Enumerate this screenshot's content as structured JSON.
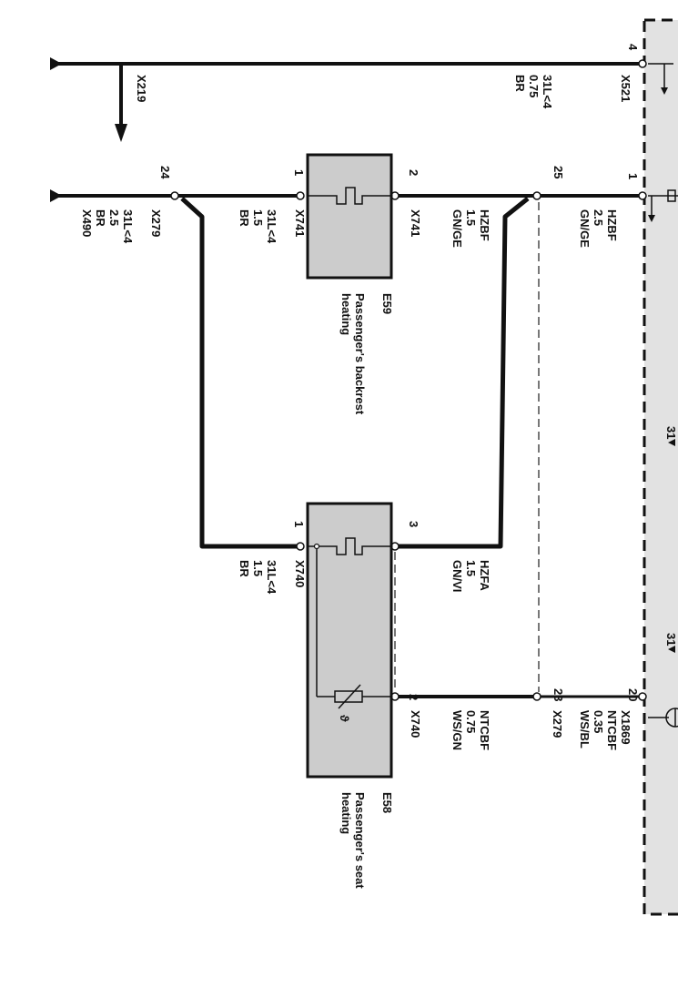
{
  "colors": {
    "wire": "#111111",
    "component_fill": "#cccccc",
    "module_fill": "#e2e2e2",
    "dashed": "#777777"
  },
  "connectors": {
    "top_left": {
      "name": "X219"
    },
    "ground_left": {
      "name": "X279",
      "pin": "24",
      "circuit": "31L<4",
      "size": "2.5",
      "color": "BR",
      "connector": "X490"
    },
    "module_top": {
      "pin": "4",
      "circuit": "31L<4",
      "size": "0.75",
      "color": "BR",
      "connector": "X521"
    },
    "module_hzbf": {
      "pin": "1",
      "circuit": "HZBF",
      "size": "2.5",
      "color": "GN/GE"
    },
    "module_ntc": {
      "pin": "20",
      "circuit": "NTCBF",
      "size": "0.35",
      "color": "WS/BL",
      "connector": "X1869"
    },
    "splice_upper": {
      "pin": "25"
    },
    "splice_lower": {
      "pin": "23",
      "connector": "X279"
    },
    "module_mid_a": {
      "text": "31"
    },
    "module_mid_b": {
      "text": "31"
    }
  },
  "components": {
    "e59": {
      "id": "E59",
      "name_line1": "Passenger's backrest",
      "name_line2": "heating",
      "pin_left": "1",
      "pin_right": "2",
      "left_wire": {
        "connector": "X741",
        "circuit": "31L<4",
        "size": "1.5",
        "color": "BR"
      },
      "right_wire": {
        "circuit": "HZBF",
        "size": "1.5",
        "color": "GN/GE",
        "connector": "X741"
      }
    },
    "e58": {
      "id": "E58",
      "name_line1": "Passenger's seat",
      "name_line2": "heating",
      "pin_left": "1",
      "pin_heater": "3",
      "pin_ntc": "2",
      "left_wire": {
        "connector": "X740",
        "circuit": "31L<4",
        "size": "1.5",
        "color": "BR"
      },
      "heater_wire": {
        "circuit": "HZFA",
        "size": "1.5",
        "color": "GN/VI"
      },
      "ntc_wire": {
        "circuit": "NTCBF",
        "size": "0.75",
        "color": "WS/GN",
        "connector": "X740"
      },
      "ntc_symbol": "ϑ"
    }
  }
}
